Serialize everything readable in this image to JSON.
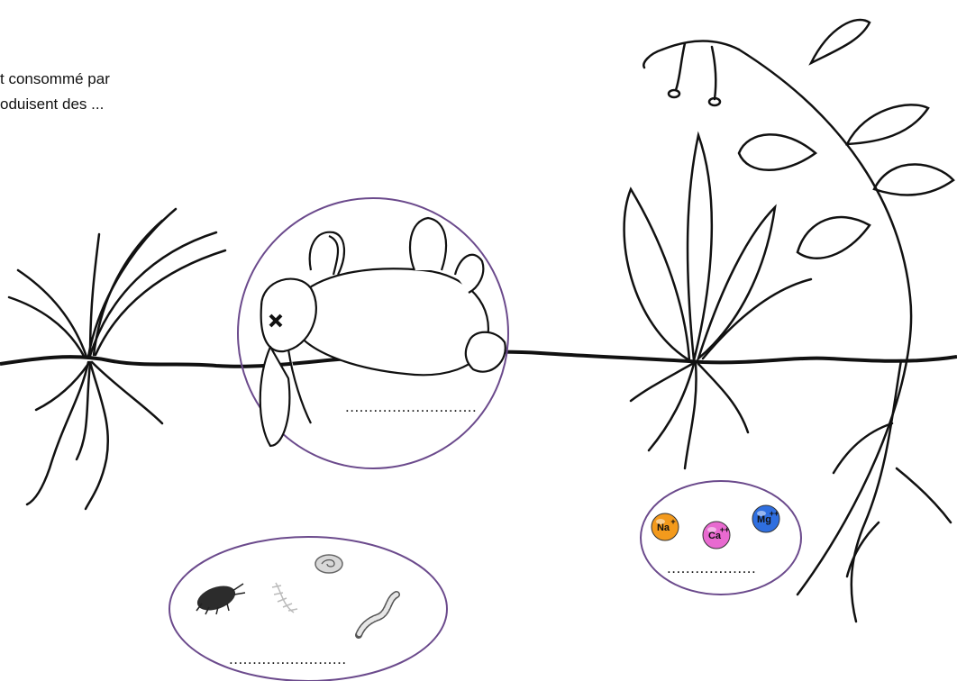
{
  "caption": {
    "line1": "t consommé par",
    "line2": "oduisent des ..."
  },
  "blanks": {
    "rabbit": "............................",
    "ions": "...................",
    "decomposers": "........................."
  },
  "ions": [
    {
      "symbol": "Na",
      "charge": "+",
      "color": "#f39a1c"
    },
    {
      "symbol": "Ca",
      "charge": "++",
      "color": "#e86ad0"
    },
    {
      "symbol": "Mg",
      "charge": "++",
      "color": "#2f6fe0"
    }
  ],
  "colors": {
    "circle_outline": "#6b4a8c",
    "ink": "#111111"
  }
}
